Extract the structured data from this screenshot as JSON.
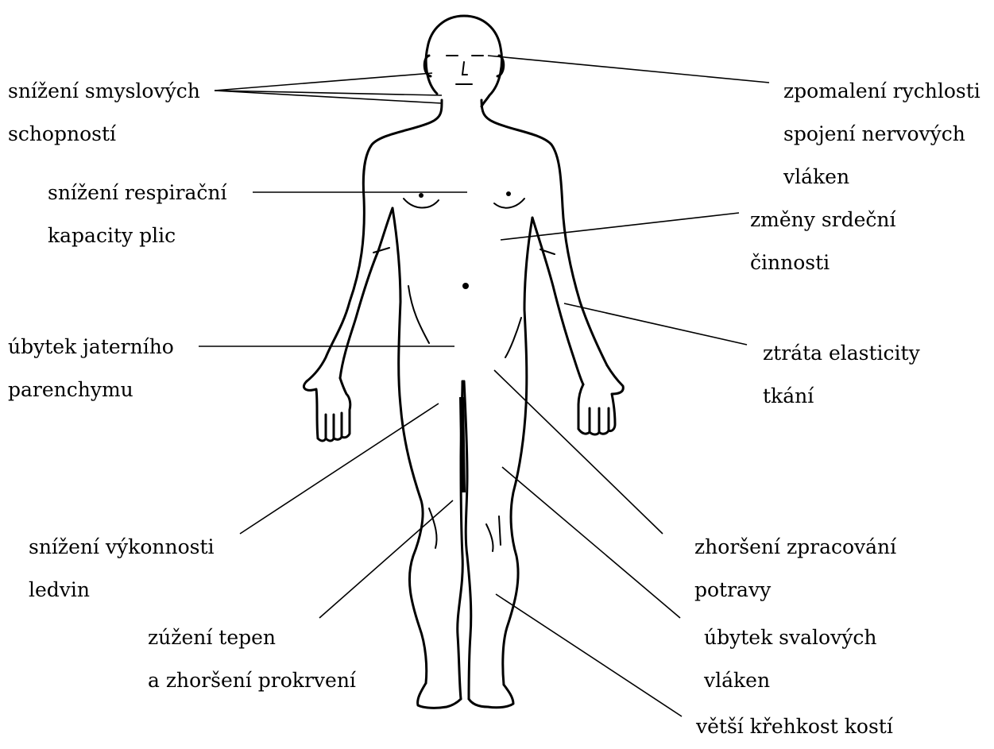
{
  "diagram": {
    "labels": [
      {
        "id": "senses",
        "lines": [
          "snížení smyslových",
          "schopností"
        ]
      },
      {
        "id": "nerve",
        "lines": [
          "zpomalení rychlosti",
          "spojení nervových",
          "vláken"
        ]
      },
      {
        "id": "lungs",
        "lines": [
          "snížení respirační",
          "kapacity plic"
        ]
      },
      {
        "id": "heart",
        "lines": [
          "změny srdeční",
          "činnosti"
        ]
      },
      {
        "id": "elasticity",
        "lines": [
          "ztráta elasticity",
          "tkání"
        ]
      },
      {
        "id": "liver",
        "lines": [
          "úbytek jaterního",
          "parenchymu"
        ]
      },
      {
        "id": "kidneys",
        "lines": [
          "snížení výkonnosti",
          "ledvin"
        ]
      },
      {
        "id": "digestion",
        "lines": [
          "zhoršení zpracování",
          "potravy"
        ]
      },
      {
        "id": "arteries",
        "lines": [
          "zúžení tepen",
          "a zhoršení prokrvení"
        ]
      },
      {
        "id": "muscle",
        "lines": [
          "úbytek svalových",
          "vláken"
        ]
      },
      {
        "id": "bones",
        "lines": [
          "větší křehkost kostí"
        ]
      }
    ]
  }
}
